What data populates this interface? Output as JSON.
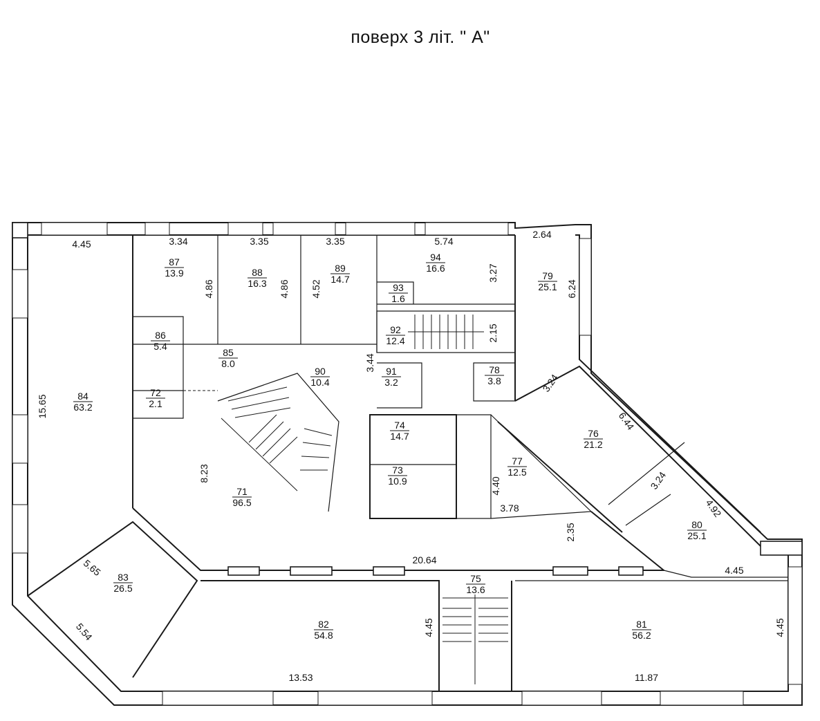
{
  "title": "поверх 3 літ.  \" А\"",
  "rooms": [
    {
      "id": "room-71",
      "number": "71",
      "area": "96.5"
    },
    {
      "id": "room-72",
      "number": "72",
      "area": "2.1"
    },
    {
      "id": "room-73",
      "number": "73",
      "area": "10.9"
    },
    {
      "id": "room-74",
      "number": "74",
      "area": "14.7"
    },
    {
      "id": "room-75",
      "number": "75",
      "area": "13.6"
    },
    {
      "id": "room-76",
      "number": "76",
      "area": "21.2"
    },
    {
      "id": "room-77",
      "number": "77",
      "area": "12.5"
    },
    {
      "id": "room-78",
      "number": "78",
      "area": "3.8"
    },
    {
      "id": "room-79",
      "number": "79",
      "area": "25.1"
    },
    {
      "id": "room-80",
      "number": "80",
      "area": "25.1"
    },
    {
      "id": "room-81",
      "number": "81",
      "area": "56.2"
    },
    {
      "id": "room-82",
      "number": "82",
      "area": "54.8"
    },
    {
      "id": "room-83",
      "number": "83",
      "area": "26.5"
    },
    {
      "id": "room-84",
      "number": "84",
      "area": "63.2"
    },
    {
      "id": "room-85",
      "number": "85",
      "area": "8.0"
    },
    {
      "id": "room-86",
      "number": "86",
      "area": "5.4"
    },
    {
      "id": "room-87",
      "number": "87",
      "area": "13.9"
    },
    {
      "id": "room-88",
      "number": "88",
      "area": "16.3"
    },
    {
      "id": "room-89",
      "number": "89",
      "area": "14.7"
    },
    {
      "id": "room-90",
      "number": "90",
      "area": "10.4"
    },
    {
      "id": "room-91",
      "number": "91",
      "area": "3.2"
    },
    {
      "id": "room-92",
      "number": "92",
      "area": "12.4"
    },
    {
      "id": "room-93",
      "number": "93",
      "area": "1.6"
    },
    {
      "id": "room-94",
      "number": "94",
      "area": "16.6"
    }
  ],
  "dimensions": [
    "4.45",
    "3.34",
    "3.35",
    "3.35",
    "5.74",
    "2.64",
    "4.86",
    "4.86",
    "4.52",
    "3.27",
    "6.24",
    "2.15",
    "3.44",
    "15.65",
    "8.23",
    "3.24",
    "6.44",
    "3.24",
    "4.92",
    "4.40",
    "3.78",
    "2.35",
    "20.64",
    "4.45",
    "5.65",
    "5.54",
    "4.45",
    "13.53",
    "11.87",
    "4.45"
  ]
}
